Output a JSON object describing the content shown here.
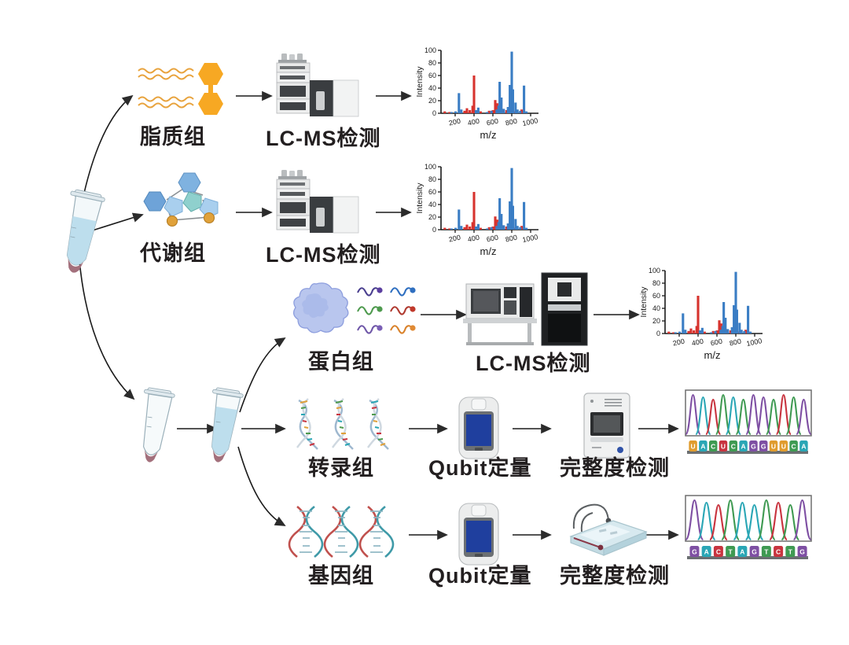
{
  "diagram": {
    "title": "Multi-omics sample processing workflow",
    "background": "#ffffff",
    "arrow_color": "#2b2b2b"
  },
  "source": {
    "tube_label": "sample-tube",
    "liquid_color": "#b9dcec",
    "tip_color": "#a3707c"
  },
  "branches": [
    {
      "id": "lipidome",
      "label": "脂质组",
      "icon": "lipid-molecule-icon",
      "accent": "#f5a623",
      "instrument_label": "LC-MS检测",
      "instrument_icon": "lcms-instrument-icon",
      "output": "mass-spectrum"
    },
    {
      "id": "metabolome",
      "label": "代谢组",
      "icon": "metabolite-molecule-icon",
      "accent": "#6f9fd8",
      "instrument_label": "LC-MS检测",
      "instrument_icon": "lcms-instrument-icon",
      "output": "mass-spectrum"
    },
    {
      "id": "proteome",
      "label": "蛋白组",
      "icon": "protein-peptide-icon",
      "accent": "#9aa7e0",
      "instrument_label": "LC-MS检测",
      "instrument_icon": "lcms-bench-instrument-icon",
      "output": "mass-spectrum"
    },
    {
      "id": "transcriptome",
      "label": "转录组",
      "icon": "rna-strand-icon",
      "accent": "#7fbf7f",
      "quant_label": "Qubit定量",
      "quant_icon": "qubit-fluorometer-icon",
      "qc_label": "完整度检测",
      "qc_icon": "bioanalyzer-icon",
      "output": "sanger-chromatogram-rna"
    },
    {
      "id": "genome",
      "label": "基因组",
      "icon": "dna-helix-icon",
      "accent": "#c0504d",
      "quant_label": "Qubit定量",
      "quant_icon": "qubit-fluorometer-icon",
      "qc_label": "完整度检测",
      "qc_icon": "gel-electrophoresis-icon",
      "output": "sanger-chromatogram-dna"
    }
  ],
  "labels": {
    "lipidome": "脂质组",
    "metabolome": "代谢组",
    "proteome": "蛋白组",
    "transcriptome": "转录组",
    "genome": "基因组",
    "lcms_1": "LC-MS检测",
    "lcms_2": "LC-MS检测",
    "lcms_3": "LC-MS检测",
    "qubit_rna": "Qubit定量",
    "qubit_dna": "Qubit定量",
    "qc_rna": "完整度检测",
    "qc_dna": "完整度检测"
  },
  "chart_data": [
    {
      "id": "spectrum-lipidome",
      "type": "bar",
      "title": "",
      "xlabel": "m/z",
      "ylabel": "Intensity",
      "xlim": [
        50,
        1050
      ],
      "ylim": [
        0,
        100
      ],
      "yticks": [
        0,
        20,
        40,
        60,
        80,
        100
      ],
      "xticks": [
        200,
        400,
        600,
        800,
        1000
      ],
      "grid": false,
      "series": [
        {
          "name": "red-peaks",
          "color": "#d7332e",
          "x": [
            90,
            140,
            300,
            325,
            355,
            385,
            400,
            430,
            470,
            560,
            600,
            625,
            645,
            665,
            700,
            745,
            790,
            830,
            905,
            930
          ],
          "values": [
            3,
            2,
            4,
            8,
            5,
            12,
            60,
            5,
            3,
            4,
            5,
            21,
            16,
            9,
            7,
            5,
            4,
            3,
            6,
            3
          ]
        },
        {
          "name": "blue-peaks",
          "color": "#3a7dc4",
          "x": [
            160,
            205,
            240,
            265,
            420,
            445,
            540,
            585,
            640,
            660,
            672,
            690,
            715,
            760,
            780,
            800,
            812,
            840,
            860,
            890,
            930,
            955
          ],
          "values": [
            2,
            3,
            32,
            6,
            5,
            9,
            2,
            4,
            6,
            12,
            50,
            25,
            7,
            10,
            45,
            98,
            38,
            17,
            6,
            4,
            44,
            3
          ]
        }
      ]
    },
    {
      "id": "spectrum-metabolome",
      "type": "bar",
      "title": "",
      "xlabel": "m/z",
      "ylabel": "Intensity",
      "xlim": [
        50,
        1050
      ],
      "ylim": [
        0,
        100
      ],
      "yticks": [
        0,
        20,
        40,
        60,
        80,
        100
      ],
      "xticks": [
        200,
        400,
        600,
        800,
        1000
      ],
      "grid": false,
      "series": [
        {
          "name": "red-peaks",
          "color": "#d7332e",
          "x": [
            90,
            140,
            300,
            325,
            355,
            385,
            400,
            430,
            470,
            560,
            600,
            625,
            645,
            665,
            700,
            745,
            790,
            830,
            905,
            930
          ],
          "values": [
            3,
            2,
            4,
            8,
            5,
            12,
            60,
            5,
            3,
            4,
            5,
            21,
            16,
            9,
            7,
            5,
            4,
            3,
            6,
            3
          ]
        },
        {
          "name": "blue-peaks",
          "color": "#3a7dc4",
          "x": [
            160,
            205,
            240,
            265,
            420,
            445,
            540,
            585,
            640,
            660,
            672,
            690,
            715,
            760,
            780,
            800,
            812,
            840,
            860,
            890,
            930,
            955
          ],
          "values": [
            2,
            3,
            32,
            6,
            5,
            9,
            2,
            4,
            6,
            12,
            50,
            25,
            7,
            10,
            45,
            98,
            38,
            17,
            6,
            4,
            44,
            3
          ]
        }
      ]
    },
    {
      "id": "spectrum-proteome",
      "type": "bar",
      "title": "",
      "xlabel": "m/z",
      "ylabel": "Intensity",
      "xlim": [
        50,
        1050
      ],
      "ylim": [
        0,
        100
      ],
      "yticks": [
        0,
        20,
        40,
        60,
        80,
        100
      ],
      "xticks": [
        200,
        400,
        600,
        800,
        1000
      ],
      "grid": false,
      "series": [
        {
          "name": "red-peaks",
          "color": "#d7332e",
          "x": [
            90,
            140,
            300,
            325,
            355,
            385,
            400,
            430,
            470,
            560,
            600,
            625,
            645,
            665,
            700,
            745,
            790,
            830,
            905,
            930
          ],
          "values": [
            3,
            2,
            4,
            8,
            5,
            12,
            60,
            5,
            3,
            4,
            5,
            21,
            16,
            9,
            7,
            5,
            4,
            3,
            6,
            3
          ]
        },
        {
          "name": "blue-peaks",
          "color": "#3a7dc4",
          "x": [
            160,
            205,
            240,
            265,
            420,
            445,
            540,
            585,
            640,
            660,
            672,
            690,
            715,
            760,
            780,
            800,
            812,
            840,
            860,
            890,
            930,
            955
          ],
          "values": [
            2,
            3,
            32,
            6,
            5,
            9,
            2,
            4,
            6,
            12,
            50,
            25,
            7,
            10,
            45,
            98,
            38,
            17,
            6,
            4,
            44,
            3
          ]
        }
      ]
    }
  ],
  "chromatograms": {
    "rna": {
      "bases": [
        "U",
        "A",
        "C",
        "U",
        "C",
        "A",
        "G",
        "G",
        "U",
        "U",
        "C",
        "A"
      ],
      "colors": [
        "#e09c2e",
        "#2aa6b5",
        "#3f9a52",
        "#c8343f",
        "#3f9a52",
        "#2aa6b5",
        "#7e4fa3",
        "#7e4fa3",
        "#e09c2e",
        "#e09c2e",
        "#3f9a52",
        "#2aa6b5"
      ],
      "peak_colors": [
        "#7e4fa3",
        "#2aa6b5",
        "#c8343f",
        "#3f9a52",
        "#2aa6b5",
        "#3f9a52",
        "#7e4fa3",
        "#7e4fa3",
        "#3f9a52",
        "#c8343f",
        "#3f9a52",
        "#7e4fa3"
      ]
    },
    "dna": {
      "bases": [
        "G",
        "A",
        "C",
        "T",
        "A",
        "G",
        "T",
        "C",
        "T",
        "G"
      ],
      "colors": [
        "#7e4fa3",
        "#2aa6b5",
        "#c8343f",
        "#3f9a52",
        "#2aa6b5",
        "#7e4fa3",
        "#3f9a52",
        "#c8343f",
        "#3f9a52",
        "#7e4fa3"
      ],
      "peak_colors": [
        "#7e4fa3",
        "#2aa6b5",
        "#c8343f",
        "#3f9a52",
        "#2aa6b5",
        "#2aa6b5",
        "#3f9a52",
        "#c8343f",
        "#3f9a52",
        "#7e4fa3"
      ]
    }
  },
  "peptides": {
    "dot_colors": [
      "#5b3fa0",
      "#2f6fc0",
      "#4e9a4e",
      "#c0392b",
      "#7a5fb5",
      "#e08a34"
    ],
    "line_colors": [
      "#4a3f8f",
      "#2f6fc0",
      "#4e9a4e",
      "#b03a30",
      "#6f57a8",
      "#d9822b"
    ]
  }
}
